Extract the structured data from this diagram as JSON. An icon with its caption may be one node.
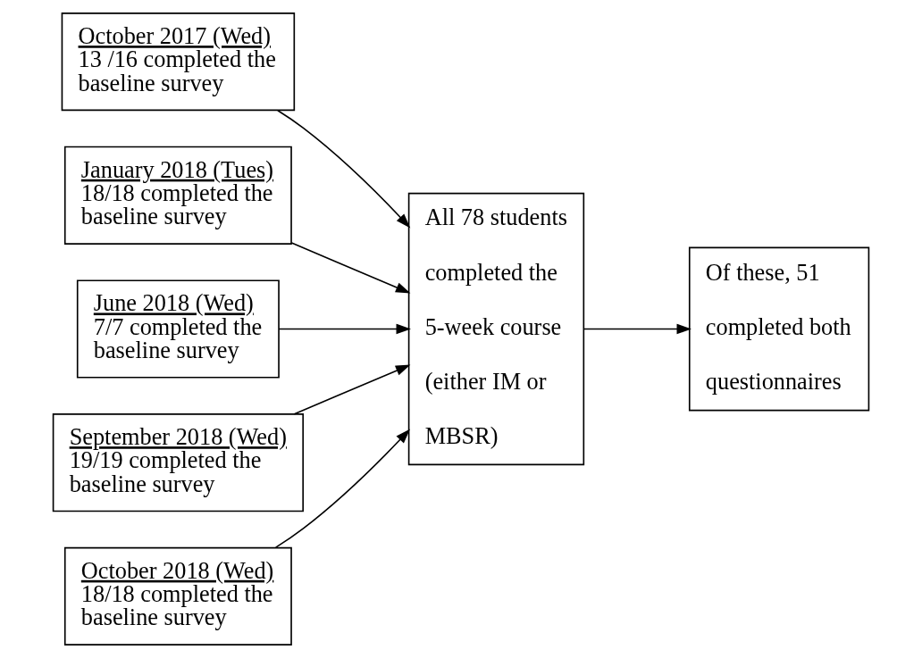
{
  "diagram": {
    "nodes": [
      {
        "text": [
          "October 2017 (Wed)",
          "13 /16 completed the baseline survey"
        ]
      },
      {
        "text": [
          "January 2018 (Tues)",
          "18/18 completed the baseline survey"
        ]
      },
      {
        "text": [
          "June 2018 (Wed)",
          "7/7 completed the baseline survey"
        ]
      },
      {
        "text": [
          "September 2018 (Wed)",
          "19/19 completed the baseline survey"
        ]
      },
      {
        "text": [
          "October 2018 (Wed)",
          "18/18 completed the baseline survey"
        ]
      },
      {
        "text": [
          "All 78 students completed the 5-week course (either IM or MBSR)"
        ]
      },
      {
        "text": [
          "Of these, 51 completed both questionnaires"
        ]
      }
    ],
    "edges": [
      {
        "from": 0,
        "to": 5,
        "arrow": "to"
      },
      {
        "from": 1,
        "to": 5,
        "arrow": "to"
      },
      {
        "from": 2,
        "to": 5,
        "arrow": "to"
      },
      {
        "from": 3,
        "to": 5,
        "arrow": "to"
      },
      {
        "from": 4,
        "to": 5,
        "arrow": "to"
      },
      {
        "from": 5,
        "to": 6,
        "arrow": "to"
      }
    ]
  }
}
